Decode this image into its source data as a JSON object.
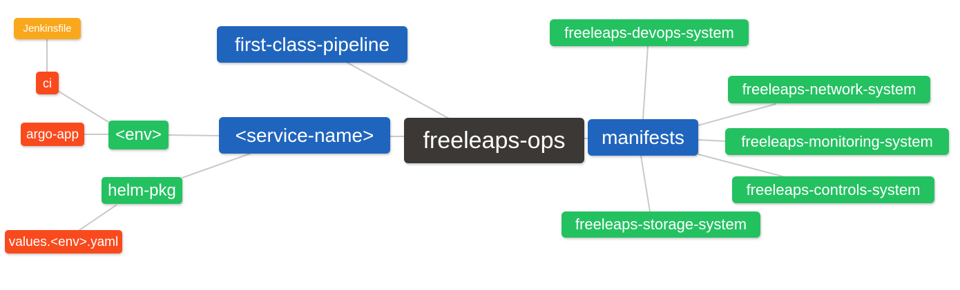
{
  "diagram_title": "freeleaps-ops mindmap",
  "root": "freeleaps_ops",
  "palette": {
    "blue": "#2065bd",
    "green": "#24c161",
    "orange": "#f9a81d",
    "red": "#f94a1d",
    "dark": "#3b3835",
    "edge": "#c9c9c9",
    "text": "#ffffff",
    "background": "#ffffff"
  },
  "nodes": {
    "jenkinsfile": {
      "label": "Jenkinsfile",
      "color": "orange"
    },
    "ci": {
      "label": "ci",
      "color": "red"
    },
    "argo_app": {
      "label": "argo-app",
      "color": "red"
    },
    "env": {
      "label": "<env>",
      "color": "green"
    },
    "helm_pkg": {
      "label": "helm-pkg",
      "color": "green"
    },
    "values_yaml": {
      "label": "values.<env>.yaml",
      "color": "red"
    },
    "first_class_pipeline": {
      "label": "first-class-pipeline",
      "color": "blue"
    },
    "service_name": {
      "label": "<service-name>",
      "color": "blue"
    },
    "freeleaps_ops": {
      "label": "freeleaps-ops",
      "color": "dark"
    },
    "manifests": {
      "label": "manifests",
      "color": "blue"
    },
    "devops_system": {
      "label": "freeleaps-devops-system",
      "color": "green"
    },
    "network_system": {
      "label": "freeleaps-network-system",
      "color": "green"
    },
    "monitoring_system": {
      "label": "freeleaps-monitoring-system",
      "color": "green"
    },
    "controls_system": {
      "label": "freeleaps-controls-system",
      "color": "green"
    },
    "storage_system": {
      "label": "freeleaps-storage-system",
      "color": "green"
    }
  },
  "edges": [
    {
      "from": "ci",
      "to": "jenkinsfile"
    },
    {
      "from": "env",
      "to": "ci"
    },
    {
      "from": "env",
      "to": "argo_app"
    },
    {
      "from": "service_name",
      "to": "env"
    },
    {
      "from": "service_name",
      "to": "helm_pkg"
    },
    {
      "from": "helm_pkg",
      "to": "values_yaml"
    },
    {
      "from": "freeleaps_ops",
      "to": "first_class_pipeline"
    },
    {
      "from": "freeleaps_ops",
      "to": "service_name"
    },
    {
      "from": "freeleaps_ops",
      "to": "manifests"
    },
    {
      "from": "manifests",
      "to": "devops_system"
    },
    {
      "from": "manifests",
      "to": "network_system"
    },
    {
      "from": "manifests",
      "to": "monitoring_system"
    },
    {
      "from": "manifests",
      "to": "controls_system"
    },
    {
      "from": "manifests",
      "to": "storage_system"
    }
  ]
}
